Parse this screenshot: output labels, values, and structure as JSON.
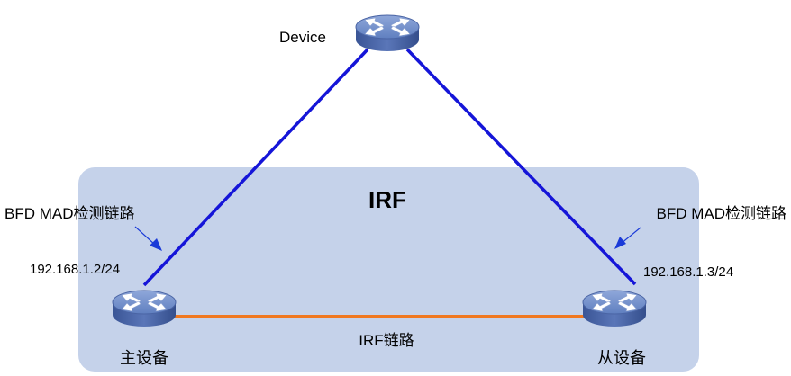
{
  "diagram": {
    "group_label": "IRF",
    "colors": {
      "group_fill": "#c5d2ea",
      "bfd_link": "#1515d8",
      "irf_link": "#f07820",
      "device_body": "#5a78b8",
      "callout_arrow": "#1a3ad8"
    },
    "nodes": {
      "top": {
        "label": "Device",
        "icon": "router-switch-icon"
      },
      "master": {
        "label": "主设备",
        "ip": "192.168.1.2/24",
        "icon": "router-switch-icon"
      },
      "slave": {
        "label": "从设备",
        "ip": "192.168.1.3/24",
        "icon": "router-switch-icon"
      }
    },
    "links": {
      "irf": {
        "label": "IRF链路"
      },
      "bfd_left": {
        "label": "BFD MAD检测链路"
      },
      "bfd_right": {
        "label": "BFD MAD检测链路"
      }
    }
  }
}
